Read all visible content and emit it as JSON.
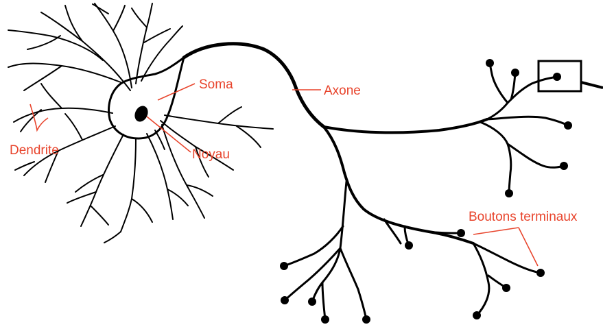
{
  "labels": {
    "soma": "Soma",
    "axon": "Axone",
    "dendrite": "Dendrite",
    "nucleus": "Noyau",
    "terminals": "Boutons terminaux"
  },
  "colors": {
    "label": "#e8442c",
    "ink": "#000000",
    "background": "#ffffff"
  }
}
